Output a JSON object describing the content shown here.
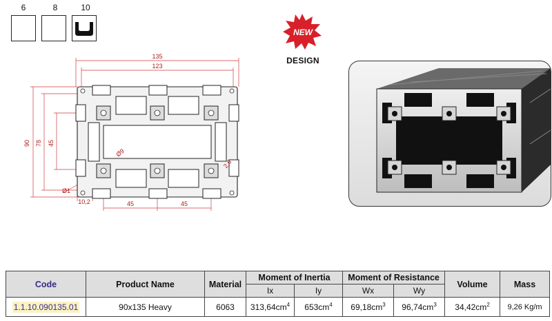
{
  "slot_sizes": {
    "labels": [
      "6",
      "8",
      "10"
    ]
  },
  "badge": {
    "text": "NEW",
    "design": "DESIGN"
  },
  "dimensions": {
    "width_outer": "135",
    "width_inner": "123",
    "height_outer": "90",
    "height_inner": "78",
    "height_mid": "45",
    "hole_dia": "Ø9",
    "corner_dia": "Ø1",
    "slot_width": "2,6",
    "slot_offset": "10,2",
    "pitch_left": "45",
    "pitch_right": "45"
  },
  "table": {
    "headers": {
      "code": "Code",
      "product_name": "Product Name",
      "material": "Material",
      "moment_inertia": "Moment of Inertia",
      "moment_resistance": "Moment of Resistance",
      "volume": "Volume",
      "mass": "Mass",
      "ix": "Ix",
      "iy": "Iy",
      "wx": "Wx",
      "wy": "Wy"
    },
    "row": {
      "code": "1.1.10.090135.01",
      "product_name": "90x135 Heavy",
      "material": "6063",
      "ix_value": "313,64cm",
      "ix_exp": "4",
      "iy_value": "653cm",
      "iy_exp": "4",
      "wx_value": "69,18cm",
      "wx_exp": "3",
      "wy_value": "96,74cm",
      "wy_exp": "3",
      "volume_value": "34,42cm",
      "volume_exp": "2",
      "mass": "9,26 Kg/m"
    }
  },
  "colors": {
    "badge_red": "#d8202a",
    "drawing_red": "#d23a3a",
    "code_text": "#3a2a86",
    "code_highlight": "#fbf2c4",
    "header_bg": "#dedede"
  }
}
